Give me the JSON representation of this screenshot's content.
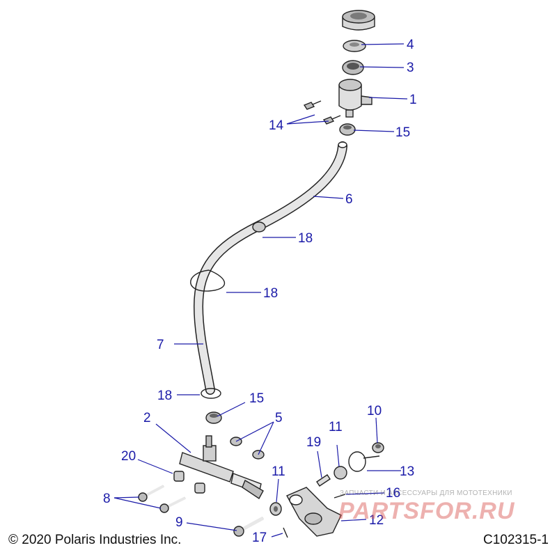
{
  "callouts": {
    "c1": "1",
    "c2": "2",
    "c3": "3",
    "c4": "4",
    "c5": "5",
    "c6": "6",
    "c7": "7",
    "c8": "8",
    "c9": "9",
    "c10": "10",
    "c11a": "11",
    "c11b": "11",
    "c12": "12",
    "c13": "13",
    "c14": "14",
    "c15a": "15",
    "c15b": "15",
    "c16": "16",
    "c17": "17",
    "c18a": "18",
    "c18b": "18",
    "c18c": "18",
    "c19": "19",
    "c20": "20"
  },
  "footer": {
    "copyright": "© 2020 Polaris Industries Inc.",
    "diagram_id": "C102315-1"
  },
  "watermark": {
    "tagline": "ЗАПЧАСТИ И АКСЕССУАРЫ ДЛЯ МОТОТЕХНИКИ",
    "logo": "PARTSFOR.RU"
  }
}
